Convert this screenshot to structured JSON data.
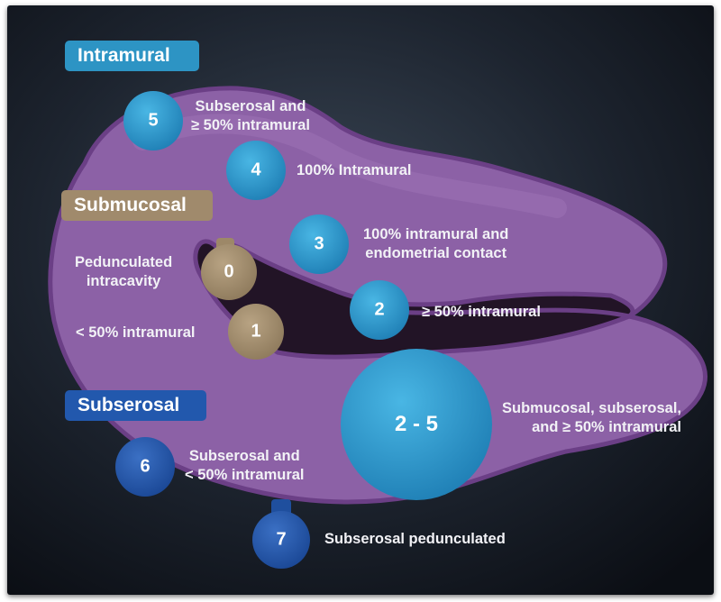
{
  "categories": {
    "intramural": {
      "label": "Intramural",
      "color": "#2d94c4"
    },
    "submucosal": {
      "label": "Submucosal",
      "color": "#a08a6c"
    },
    "subserosal": {
      "label": "Subserosal",
      "color": "#2258ad"
    }
  },
  "items": [
    {
      "number": "5",
      "description": "Subserosal and ≥ 50% intramural",
      "line1": "Subserosal and",
      "line2": "≥ 50% intramural"
    },
    {
      "number": "4",
      "description": "100% Intramural",
      "line1": "100% Intramural"
    },
    {
      "number": "3",
      "description": "100% intramural and endometrial contact",
      "line1": "100% intramural and",
      "line2": "endometrial contact"
    },
    {
      "number": "2",
      "description": "≥ 50% intramural",
      "line1": "≥ 50% intramural"
    },
    {
      "number": "0",
      "description": "Pedunculated intracavity",
      "line1": "Pedunculated",
      "line2": "intracavity"
    },
    {
      "number": "1",
      "description": "< 50% intramural",
      "line1": "< 50% intramural"
    },
    {
      "number": "2 - 5",
      "description": "Submucosal, subserosal, and ≥ 50% intramural",
      "line1": "Submucosal, subserosal,",
      "line2": "and ≥ 50% intramural"
    },
    {
      "number": "6",
      "description": "Subserosal and < 50% intramural",
      "line1": "Subserosal and",
      "line2": "< 50% intramural"
    },
    {
      "number": "7",
      "description": "Subserosal pedunculated",
      "line1": "Subserosal pedunculated"
    }
  ]
}
